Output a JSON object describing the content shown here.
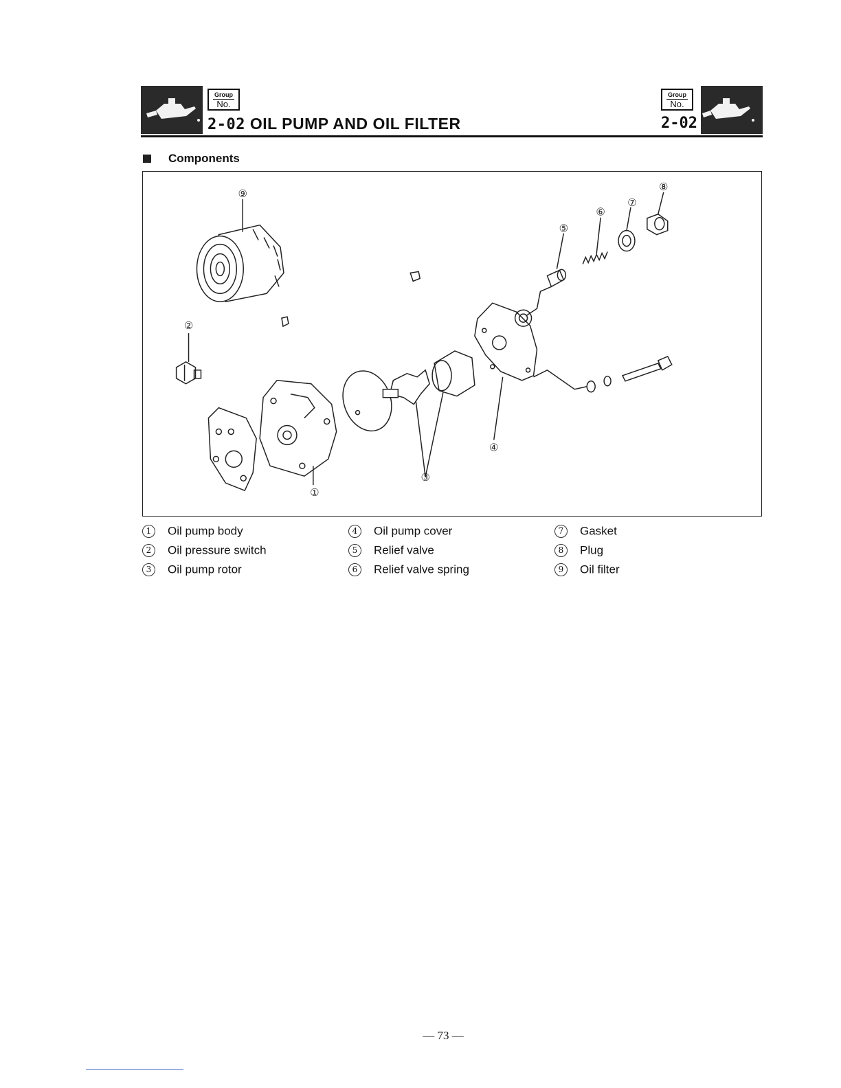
{
  "header": {
    "group_label": "Group",
    "no_label": "No.",
    "section_code": "2-02",
    "section_title": "OIL PUMP AND OIL FILTER",
    "right_code": "2-02",
    "icon": "oil-can-icon"
  },
  "section": {
    "heading": "Components"
  },
  "diagram": {
    "callouts": [
      "①",
      "②",
      "③",
      "③",
      "④",
      "⑤",
      "⑥",
      "⑦",
      "⑧",
      "⑨"
    ]
  },
  "legend": [
    {
      "num": "1",
      "label": "Oil pump body"
    },
    {
      "num": "2",
      "label": "Oil pressure switch"
    },
    {
      "num": "3",
      "label": "Oil pump rotor"
    },
    {
      "num": "4",
      "label": "Oil pump cover"
    },
    {
      "num": "5",
      "label": "Relief valve"
    },
    {
      "num": "6",
      "label": "Relief valve spring"
    },
    {
      "num": "7",
      "label": "Gasket"
    },
    {
      "num": "8",
      "label": "Plug"
    },
    {
      "num": "9",
      "label": "Oil filter"
    }
  ],
  "footer": {
    "page_number": "— 73 —"
  }
}
